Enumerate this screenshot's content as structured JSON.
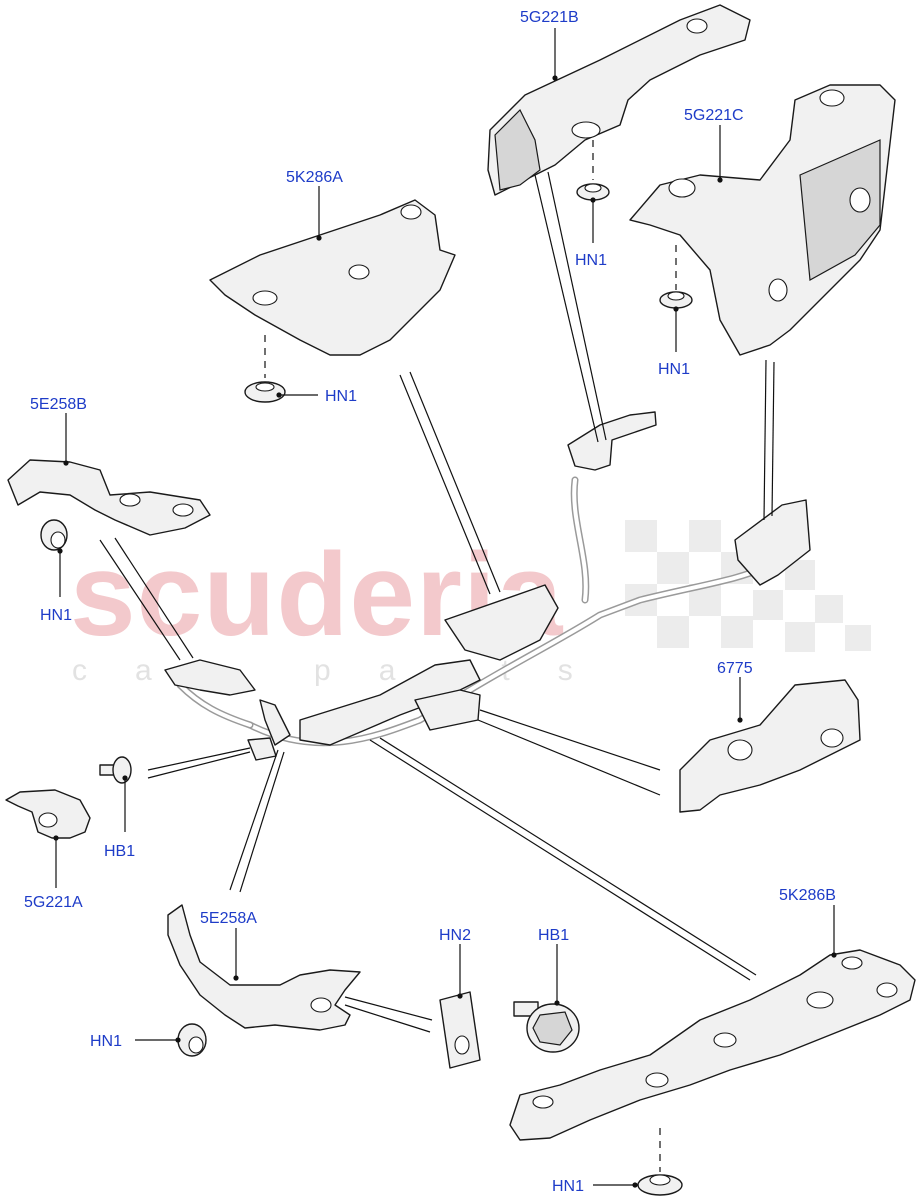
{
  "watermark": {
    "brand": "scuderia",
    "tagline": "car parts",
    "brand_color": "#f3c9cc"
  },
  "callout_color": "#1e3cc8",
  "labels": {
    "p5G221B": "5G221B",
    "p5G221C": "5G221C",
    "p5K286A": "5K286A",
    "p5E258B": "5E258B",
    "p6775": "6775",
    "p5G221A": "5G221A",
    "p5E258A": "5E258A",
    "p5K286B": "5K286B",
    "hn1": "HN1",
    "hn2": "HN2",
    "hb1": "HB1"
  }
}
